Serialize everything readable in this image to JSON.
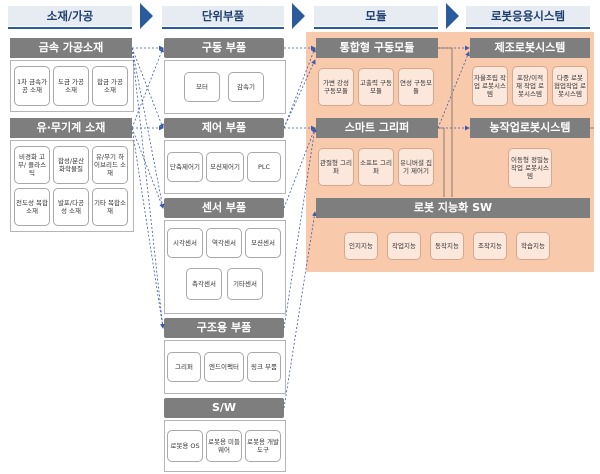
{
  "headers": {
    "materials": "소재/가공",
    "components": "단위부품",
    "modules": "모듈",
    "systems": "로봇응용시스템"
  },
  "materials": {
    "metal": {
      "title": "금속 가공소재",
      "items": [
        "1차 금속가공 소재",
        "도금 가공 소재",
        "합금 가공 소재"
      ]
    },
    "organic": {
      "title": "유·무기계 소재",
      "items": [
        "비경화 고무/ 플라스틱",
        "합성/분산 화학물질",
        "유/무기 하이브리드 소재",
        "전도성 복합소재",
        "발포/다공성 소재",
        "기타 복합소재"
      ]
    }
  },
  "components": {
    "drive": {
      "title": "구동 부품",
      "items": [
        "모터",
        "감속기"
      ]
    },
    "control": {
      "title": "제어 부품",
      "items": [
        "단축제어기",
        "모션제어기",
        "PLC"
      ]
    },
    "sensor": {
      "title": "센서 부품",
      "items": [
        "시각센서",
        "역각센서",
        "모션센서",
        "촉각센서",
        "기타센서"
      ]
    },
    "structure": {
      "title": "구조용 부품",
      "items": [
        "그리퍼",
        "엔드이펙터",
        "링크 부품"
      ]
    },
    "sw": {
      "title": "S/W",
      "items": [
        "로봇용 OS",
        "로봇용 미들웨어",
        "로봇용 개발도구"
      ]
    }
  },
  "modules": {
    "integrated": {
      "title": "통합형 구동모듈",
      "items": [
        "가변 강성 구동모듈",
        "고출력 구동모듈",
        "연성 구동모듈"
      ]
    },
    "gripper": {
      "title": "스마트 그리퍼",
      "items": [
        "관절형 그리퍼",
        "소프트 그리퍼",
        "유니버셜 집기 제어기"
      ]
    },
    "intelligence": {
      "title": "로봇 지능화 SW",
      "items": [
        "인지지능",
        "작업지능",
        "동작지능",
        "조작지능",
        "학습지능"
      ]
    }
  },
  "systems": {
    "manufacturing": {
      "title": "제조로봇시스템",
      "items": [
        "자율조립 작업 로봇시스템",
        "포장/이적재 작업 로봇시스템",
        "다중 로봇 협업작업 로봇시스템"
      ]
    },
    "agriculture": {
      "title": "농작업로봇시스템",
      "items": [
        "이동형 정밀농작업 로봇시스템"
      ]
    }
  },
  "colors": {
    "header_text": "#1f3f70",
    "accent_blue": "#2a5b9c",
    "bar_gray": "#7e7e7e",
    "module_bg": "#f8c9aa"
  }
}
